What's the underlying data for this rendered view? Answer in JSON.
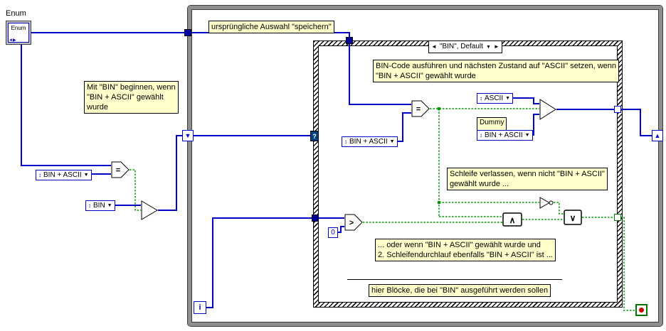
{
  "colors": {
    "wire_enum": "#0000C8",
    "wire_bool": "#009900",
    "comment_bg": "#FFFFCC",
    "loop_border": "#8F8F8F"
  },
  "enum_control": {
    "label": "Enum",
    "icon_text": "Enum",
    "icon_glyph": "◄▶"
  },
  "comments": {
    "save_original": "ursprüngliche Auswahl \"speichern\"",
    "begin_bin": "Mit \"BIN\" beginnen, wenn\n\"BIN + ASCII\" gewählt\nwurde",
    "bin_case": "BIN-Code ausführen und nächsten Zustand auf \"ASCII\" setzen, wenn\n\"BIN + ASCII\" gewählt wurde",
    "leave_loop": "Schleife verlassen, wenn nicht \"BIN + ASCII\"\ngewählt wurde ...",
    "or_when": "... oder wenn \"BIN + ASCII\" gewählt wurde und\n2. Schleifendurchlauf ebenfalls \"BIN + ASCII\" ist ...",
    "bin_blocks": "hier Blöcke, die bei \"BIN\" ausgeführt werden sollen",
    "dummy": "Dummy"
  },
  "case_structure": {
    "selector_label": "\"BIN\", Default"
  },
  "constants": {
    "bin_ascii": "BIN + ASCII",
    "bin": "BIN",
    "ascii": "ASCII",
    "zero": "0"
  },
  "nodes": {
    "equal": "=",
    "greater": ">",
    "and": "∧",
    "or": "∨"
  },
  "glyphs": {
    "dropdown": "▼",
    "case_prev": "◄",
    "case_next": "►",
    "shift_down": "▼",
    "shift_up": "▲",
    "enum_marker": "↕",
    "question": "?",
    "iteration": "i"
  }
}
